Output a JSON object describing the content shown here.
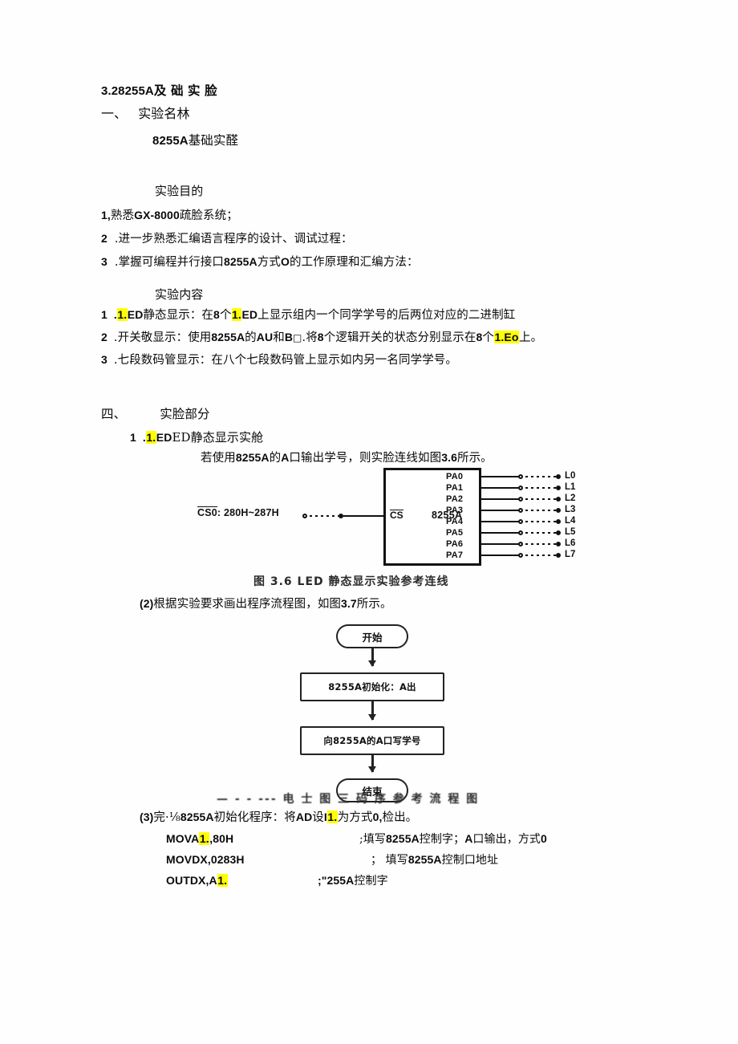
{
  "document": {
    "section_heading": "3.28255A及础实脸",
    "part_one_label": "一、",
    "part_one_title": "实验名林",
    "experiment_name": "8255A基础实醛",
    "objective_heading": "实验目的",
    "objectives": [
      {
        "num": "1,",
        "text": "熟悉GX-8000疏脸系统；"
      },
      {
        "num": "2",
        "text": ".进一步熟悉汇编语言程序的设计、调试过程："
      },
      {
        "num": "3",
        "text": ".掌握可编程并行接口8255A方式O的工作原理和汇编方法："
      }
    ],
    "content_heading": "实验内容",
    "contents": [
      {
        "num": "1",
        "pre": ".",
        "hl": "1.",
        "text": "ED静态显示：在8个",
        "hl2": "1.",
        "text2": "ED上显示组内一个同学学号的后两位对应的二进制缸"
      },
      {
        "num": "2",
        "pre": ".开关敬显示：使用8255A的AU和B□.将8个逻辑开关的状态分别显示在8个",
        "hl": "1.Eo",
        "text": "上。"
      },
      {
        "num": "3",
        "pre": ".七段数码管显示：在八个七段数码管上显示如内另一名同学学号。",
        "hl": "",
        "text": ""
      }
    ],
    "part_four_label": "四、",
    "part_four_title": "实脸部分",
    "step1_num": "1",
    "step1_pre": ".",
    "step1_hl": "1.",
    "step1_text": "ED静态显示实舱",
    "step1_detail": "若使用8255A的A口输出学号，则实脸连线如图3.6所示。",
    "step2_text": "(2)根据实验要求画出程序流程图，如图3.7所示。",
    "step3_pre": "(3)完·⅛8255A初始化程序：将AD设I",
    "step3_hl": "1.",
    "step3_post": "为方式0,检出。"
  },
  "circuit": {
    "cs_label": "CS0",
    "cs_address": ": 280H~287H",
    "chip_name": "8255A",
    "chip_cs_pin": "CS",
    "pins": [
      "PA0",
      "PA1",
      "PA2",
      "PA3",
      "PA4",
      "PA5",
      "PA6",
      "PA7"
    ],
    "leds": [
      "L0",
      "L1",
      "L2",
      "L3",
      "L4",
      "L5",
      "L6",
      "L7"
    ],
    "caption": "图 3.6    LED 静态显示实验参考连线"
  },
  "flowchart": {
    "nodes": [
      {
        "type": "terminator",
        "label": "开始"
      },
      {
        "type": "process",
        "label": "8255A初始化：A出"
      },
      {
        "type": "process",
        "label": "向8255A的A口写学号"
      },
      {
        "type": "terminator",
        "label": "结束"
      }
    ],
    "caption": "—  -  -   ---  电 士 图 三 码 序 参 考 流 程 图"
  },
  "code": {
    "lines": [
      {
        "mnemonic": "MOVA",
        "hl": "1.",
        "operand": ",80H",
        "comment": ";填写8255A控制字；A口输出，方式0"
      },
      {
        "mnemonic": "MOVDX,0283H",
        "hl": "",
        "operand": "",
        "comment": "； 填写8255A控制口地址"
      },
      {
        "mnemonic": "OUTDX,A",
        "hl": "1.",
        "operand": "",
        "comment": ";\"255A控制字"
      }
    ]
  },
  "colors": {
    "highlight": "#ffff00",
    "ink": "#0a0a0a",
    "paper": "#fefefe"
  }
}
